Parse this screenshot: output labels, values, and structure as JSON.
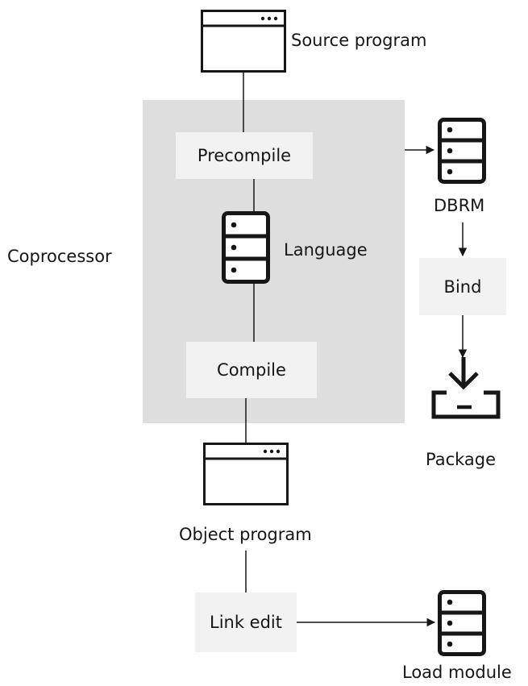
{
  "diagram": {
    "nodes": {
      "source_program": "Source program",
      "precompile": "Precompile",
      "language": "Language",
      "compile": "Compile",
      "coprocessor": "Coprocessor",
      "dbrm": "DBRM",
      "bind": "Bind",
      "package": "Package",
      "object_program": "Object program",
      "link_edit": "Link edit",
      "load_module": "Load module"
    },
    "icons": {
      "source_program": "browser-window-icon",
      "object_program": "browser-window-icon",
      "language": "data-store-icon",
      "dbrm": "data-store-icon",
      "load_module": "data-store-icon",
      "package": "download-tray-icon"
    },
    "colors": {
      "coprocessor_region": "#dedede",
      "process_box": "#f2f2f2",
      "stroke": "#161616"
    }
  }
}
